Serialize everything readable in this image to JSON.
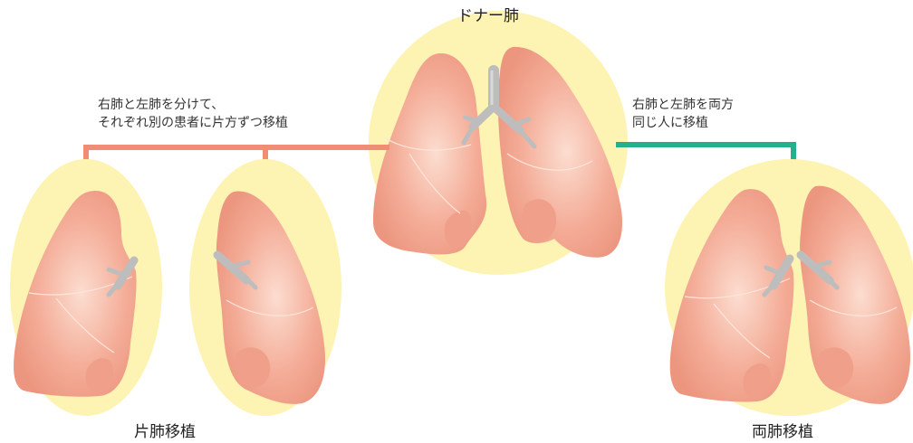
{
  "donor": {
    "title": "ドナー肺"
  },
  "split_caption": {
    "line1": "右肺と左肺を分けて、",
    "line2": "それぞれ別の患者に片方ずつ移植"
  },
  "both_caption": {
    "line1": "右肺と左肺を両方",
    "line2": "同じ人に移植"
  },
  "single_transplant": {
    "title": "片肺移植"
  },
  "double_transplant": {
    "title": "両肺移植"
  },
  "colors": {
    "halo": "#fdf3b2",
    "lung": "#f2a791",
    "lung_dark": "#e68a73",
    "lung_light": "#fbd8ca",
    "trachea": "#bdbdbd",
    "split_arrow": "#ef8d75",
    "both_arrow": "#24b08d"
  }
}
